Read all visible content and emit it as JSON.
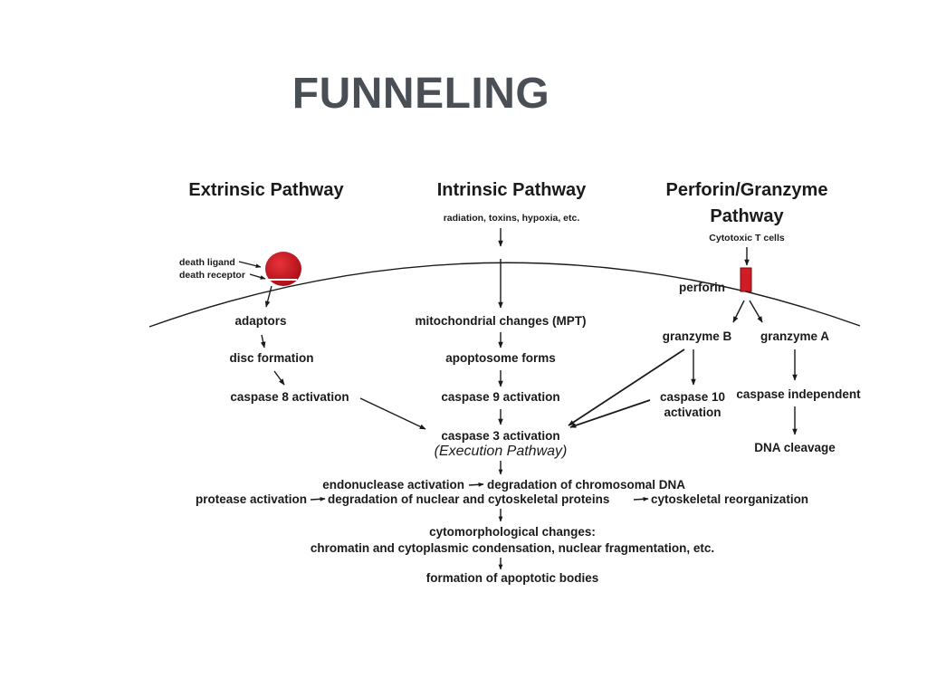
{
  "title": "FUNNELING",
  "colors": {
    "title": "#4a4f55",
    "receptor": "#c8141c",
    "perforin": "#d01c24",
    "text": "#1a1a1a"
  },
  "pathways": {
    "extrinsic": {
      "header": "Extrinsic Pathway",
      "death_ligand": "death ligand",
      "death_receptor": "death receptor",
      "steps": [
        "adaptors",
        "disc formation",
        "caspase 8 activation"
      ]
    },
    "intrinsic": {
      "header": "Intrinsic Pathway",
      "trigger": "radiation, toxins, hypoxia, etc.",
      "steps": [
        "mitochondrial changes (MPT)",
        "apoptosome forms",
        "caspase 9 activation"
      ]
    },
    "perforin": {
      "header_line1": "Perforin/Granzyme",
      "header_line2": "Pathway",
      "source": "Cytotoxic T cells",
      "perforin": "perforin",
      "granzyme_b": "granzyme B",
      "granzyme_a": "granzyme A",
      "caspase10_line1": "caspase 10",
      "caspase10_line2": "activation",
      "caspase_independent": "caspase independent",
      "dna_cleavage": "DNA cleavage"
    }
  },
  "execution": {
    "caspase3": "caspase 3 activation",
    "subtitle": "(Execution Pathway)",
    "endonuclease": "endonuclease activation",
    "chromosomal": "degradation of chromosomal DNA",
    "protease": "protease activation",
    "nuclear": "degradation of nuclear and cytoskeletal proteins",
    "reorganization": "cytoskeletal reorganization",
    "cyto_line1": "cytomorphological changes:",
    "cyto_line2": "chromatin and cytoplasmic condensation, nuclear fragmentation, etc.",
    "bodies": "formation of apoptotic bodies"
  }
}
